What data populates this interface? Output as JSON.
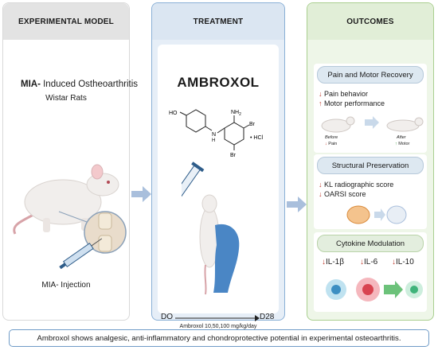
{
  "panels": {
    "model": {
      "title": "EXPERIMENTAL MODEL",
      "heading_bold": "MIA-",
      "heading_rest": " Induced Ostheoarthritis",
      "subheading": "Wistar Rats",
      "injection_label": "MIA- Injection"
    },
    "treatment": {
      "title": "TREATMENT",
      "drug_name": "AMBROXOL",
      "chem": {
        "ho": "HO",
        "nh": "N",
        "h": "H",
        "nh2": "NH",
        "nh2_sub": "2",
        "br1": "Br",
        "br2": "Br",
        "hcl": "• HCl"
      },
      "timeline_start": "DO",
      "timeline_end": "D28",
      "dose_label": "Ambroxol 10,50,100 mg/kg/day"
    },
    "outcomes": {
      "title": "OUTCOMES",
      "pain_motor": {
        "title": "Pain and Motor Recovery",
        "items": [
          "Pain behavior",
          "Motor performance"
        ],
        "before_label": "Before",
        "before_sub": "Pain",
        "after_label": "After",
        "after_sub": "Motor"
      },
      "structural": {
        "title": "Structural Preservation",
        "items": [
          "KL radiographic score",
          "OARSI score"
        ]
      },
      "cytokine": {
        "title": "Cytokine Modulation",
        "items": [
          "IL-1β",
          "IL-6",
          "IL-10"
        ]
      }
    }
  },
  "footer": "Ambroxol shows analgesic, anti-inflammatory and chondroprotective potential in experimental osteoarthritis.",
  "colors": {
    "arrow": "#a9bfdc",
    "down_arrow": "#c0392b",
    "up_arrow": "#c0392b",
    "syringe": "#2f5d8a",
    "glove": "#4a86c5"
  }
}
